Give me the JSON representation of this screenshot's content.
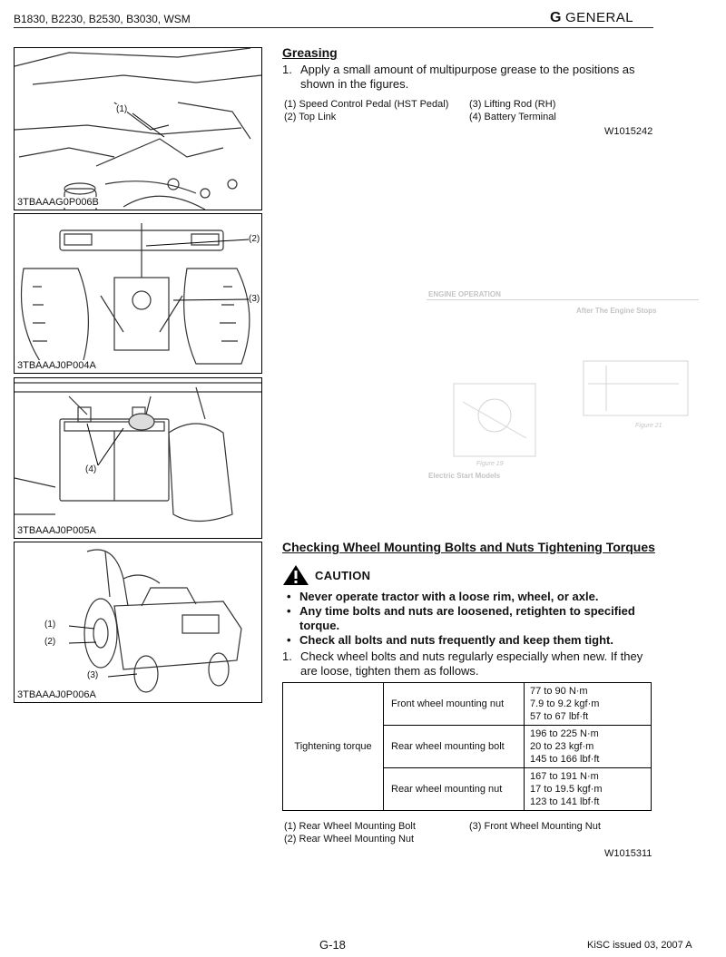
{
  "header": {
    "models": "B1830, B2230, B2530, B3030, WSM",
    "section_letter": "G",
    "section_name": "GENERAL"
  },
  "figures": [
    {
      "code": "3TBAAAG0P006B",
      "callouts": [
        "(1)"
      ]
    },
    {
      "code": "3TBAAAJ0P004A",
      "callouts": [
        "(2)",
        "(3)"
      ]
    },
    {
      "code": "3TBAAAJ0P005A",
      "callouts": [
        "(4)"
      ]
    },
    {
      "code": "3TBAAAJ0P006A",
      "callouts": [
        "(1)",
        "(2)",
        "(3)"
      ]
    }
  ],
  "greasing": {
    "title": "Greasing",
    "step_num": "1.",
    "step_text": "Apply a small amount of multipurpose grease to the positions as shown in the figures.",
    "legend": [
      "(1)  Speed Control Pedal (HST Pedal)",
      "(2)  Top Link",
      "(3)  Lifting Rod (RH)",
      "(4)  Battery Terminal"
    ],
    "code": "W1015242"
  },
  "ghost": {
    "title": "ENGINE OPERATION",
    "after_title": "After The Engine Stops",
    "fig19": "Figure 19",
    "fig21": "Figure 21",
    "electric": "Electric Start Models"
  },
  "wheel": {
    "title": "Checking Wheel Mounting Bolts and Nuts Tightening Torques",
    "caution": "CAUTION",
    "bullets": [
      "Never operate tractor with a loose rim, wheel, or axle.",
      "Any time bolts and nuts are loosened, retighten to specified torque.",
      "Check all bolts and nuts frequently and keep them tight."
    ],
    "step_num": "1.",
    "step_text": "Check wheel bolts and nuts regularly especially when new.  If they are loose, tighten them as follows.",
    "table": {
      "row_label": "Tightening torque",
      "rows": [
        {
          "item": "Front wheel mounting nut",
          "values": [
            "77 to 90 N·m",
            "7.9 to 9.2 kgf·m",
            "57 to 67 lbf·ft"
          ]
        },
        {
          "item": "Rear wheel mounting bolt",
          "values": [
            "196 to 225 N·m",
            "20 to 23 kgf·m",
            "145 to 166 lbf·ft"
          ]
        },
        {
          "item": "Rear wheel mounting nut",
          "values": [
            "167 to 191 N·m",
            "17 to 19.5 kgf·m",
            "123 to 141 lbf·ft"
          ]
        }
      ]
    },
    "legend": [
      "(1)  Rear Wheel Mounting Bolt",
      "(2)  Rear Wheel Mounting Nut",
      "(3)  Front Wheel Mounting Nut"
    ],
    "code": "W1015311"
  },
  "footer": {
    "page": "G-18",
    "issue": "KiSC issued 03, 2007 A"
  }
}
